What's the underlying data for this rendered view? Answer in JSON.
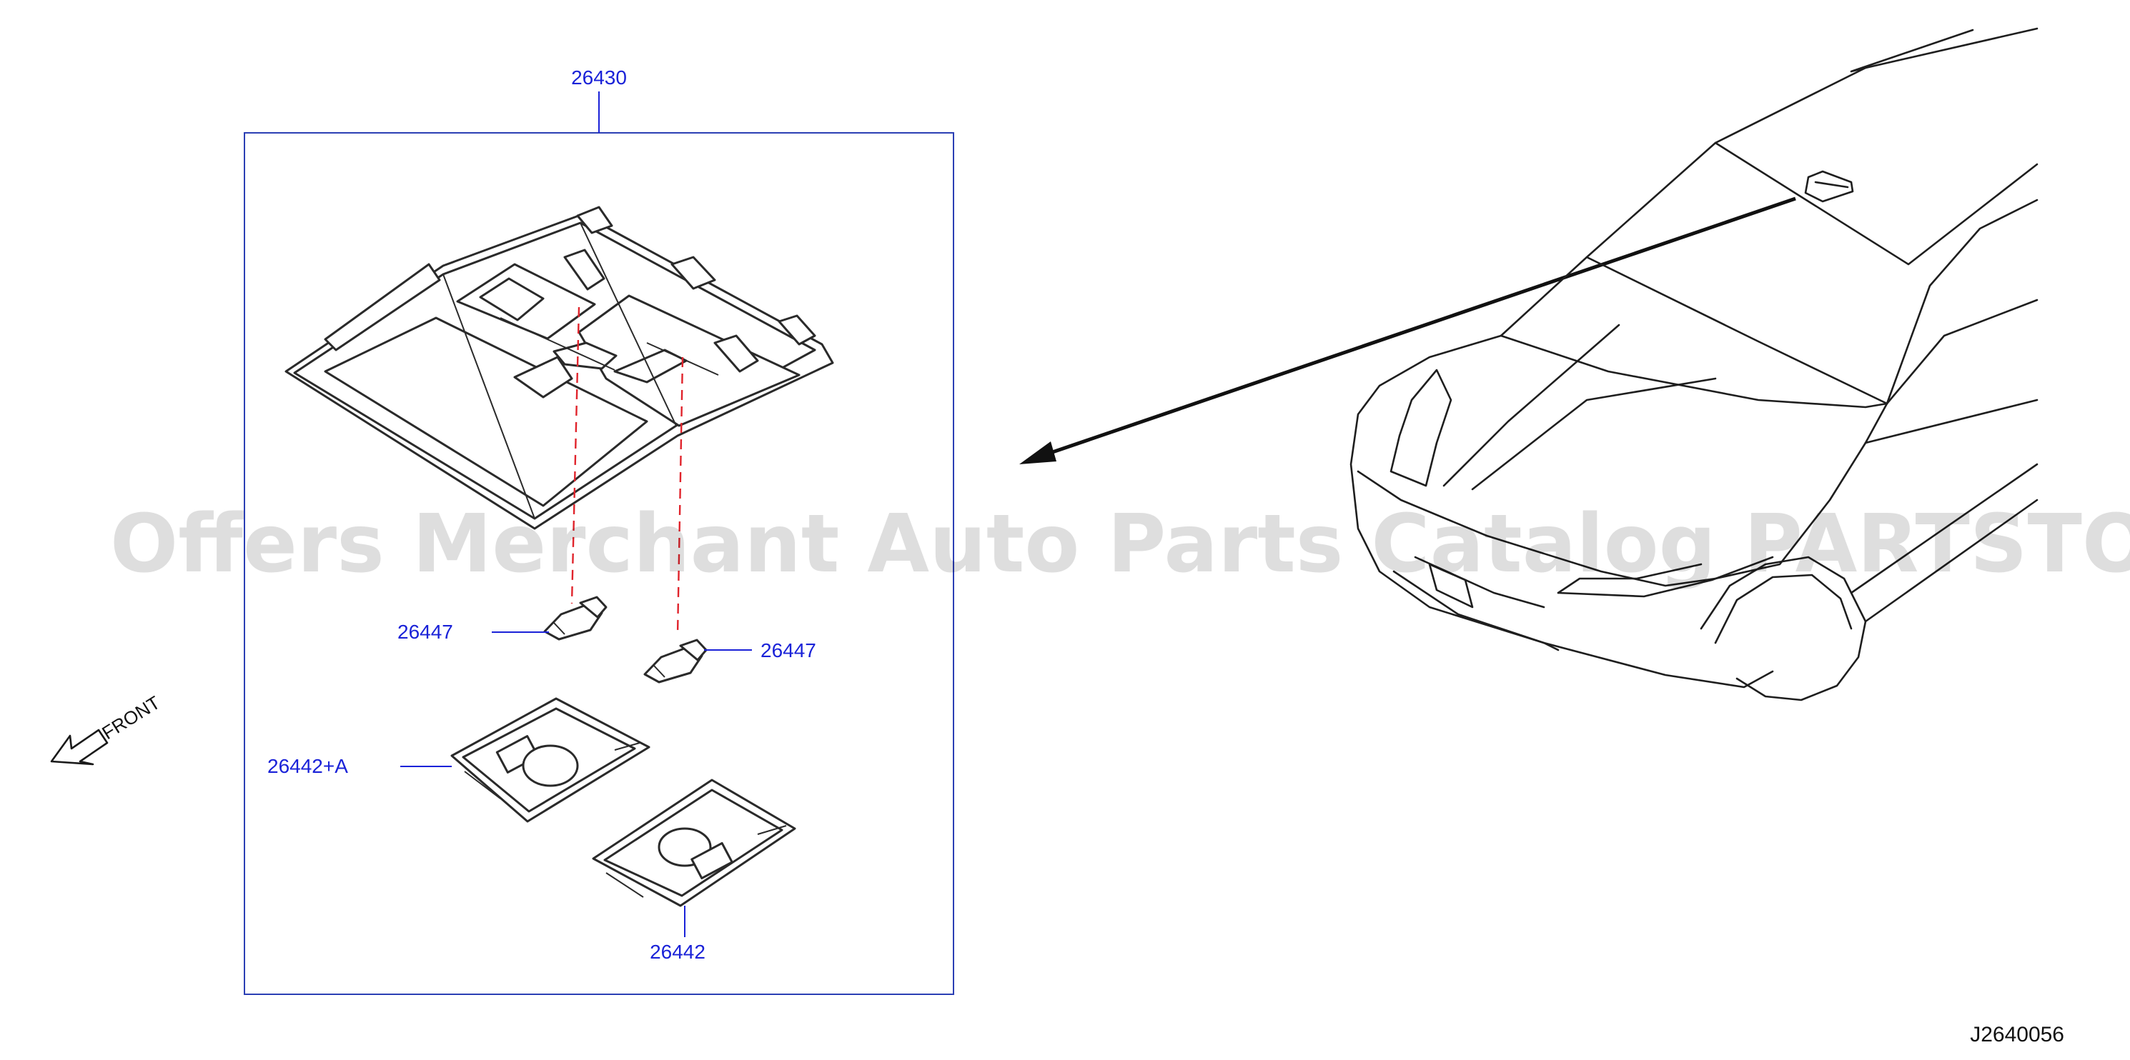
{
  "diagram": {
    "callouts": {
      "lamp_assembly": "26430",
      "bulb_left": "26447",
      "bulb_right": "26447",
      "lens_upper": "26442+A",
      "lens_lower": "26442"
    },
    "front_indicator": "FRONT",
    "figure_code": "J2640056",
    "watermark": "Offers Merchant Auto Parts Catalog PARTSTORE.SA"
  }
}
